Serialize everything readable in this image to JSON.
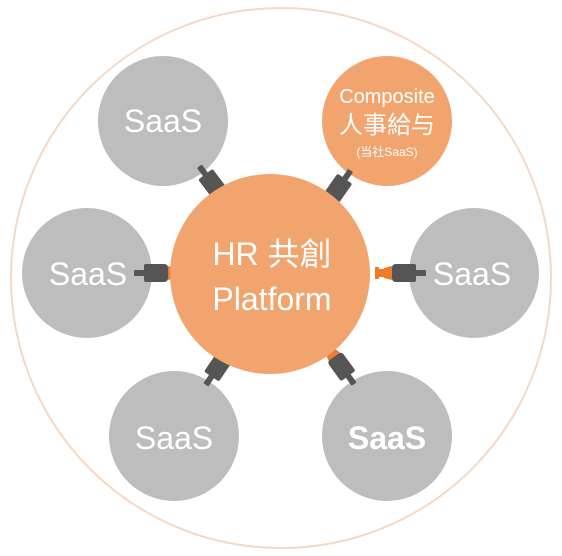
{
  "colors": {
    "outer_ring": "#f3d9c5",
    "hub": "#f2a46f",
    "node_gray": "#bdbdbd",
    "plug_dark": "#555555",
    "plug_orange": "#f07a2a",
    "text": "#ffffff"
  },
  "hub": {
    "line1": "HR 共創",
    "line2": "Platform"
  },
  "nodes": {
    "top_left": {
      "label": "SaaS"
    },
    "top_right": {
      "line1": "Composite",
      "line2": "人事給与",
      "line3": "(当社SaaS)"
    },
    "middle_left": {
      "label": "SaaS"
    },
    "middle_right": {
      "label": "SaaS"
    },
    "bottom_left": {
      "label": "SaaS"
    },
    "bottom_right": {
      "label": "SaaS"
    }
  }
}
